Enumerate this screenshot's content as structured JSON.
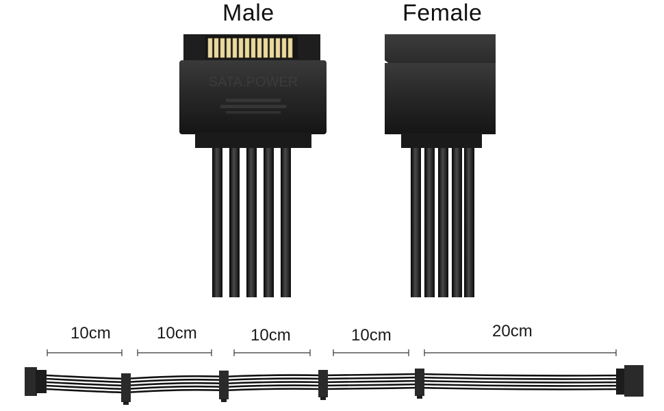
{
  "labels": {
    "male": "Male",
    "female": "Female"
  },
  "connector": {
    "embossed_text": "SATA.POWER"
  },
  "cable": {
    "segments": [
      "10cm",
      "10cm",
      "10cm",
      "10cm",
      "20cm"
    ]
  },
  "colors": {
    "connector_body": "#2a2a2a",
    "wire": "#111111",
    "pins": "#e9d9a0",
    "background": "#ffffff"
  }
}
